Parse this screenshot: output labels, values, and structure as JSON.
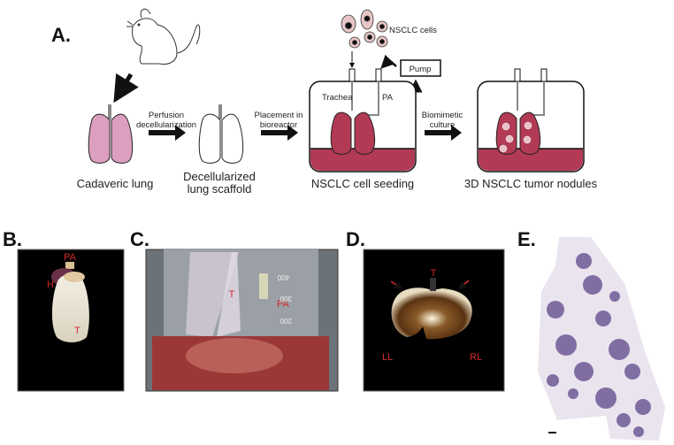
{
  "panels": {
    "a": {
      "label": "A.",
      "steps": {
        "s1": "Cadaveric lung",
        "s2a": "Decellularized",
        "s2b": "lung scaffold",
        "s3": "NSCLC cell seeding",
        "s4": "3D NSCLC tumor nodules"
      },
      "arrows": {
        "a1a": "Perfusion",
        "a1b": "decellularization",
        "a2a": "Placement in",
        "a2b": "bioreactor",
        "a3a": "Biomimetic",
        "a3b": "culture"
      },
      "cells_label": "NSCLC cells",
      "pump_label": "Pump",
      "trachea_label": "Trachea",
      "pa_label": "PA"
    },
    "b": {
      "label": "B.",
      "pa": "PA",
      "h": "H",
      "t": "T"
    },
    "c": {
      "label": "C.",
      "t": "T",
      "pa": "PA",
      "g400": "400",
      "g300": "300",
      "g200": "200"
    },
    "d": {
      "label": "D.",
      "t": "T",
      "ll": "LL",
      "rl": "RL"
    },
    "e": {
      "label": "E."
    }
  },
  "colors": {
    "lung_pink": "#dc9fc0",
    "lung_seeded": "#b23a55",
    "annotation_red": "#d42a2a",
    "histology_purple": "#6e5a96"
  }
}
